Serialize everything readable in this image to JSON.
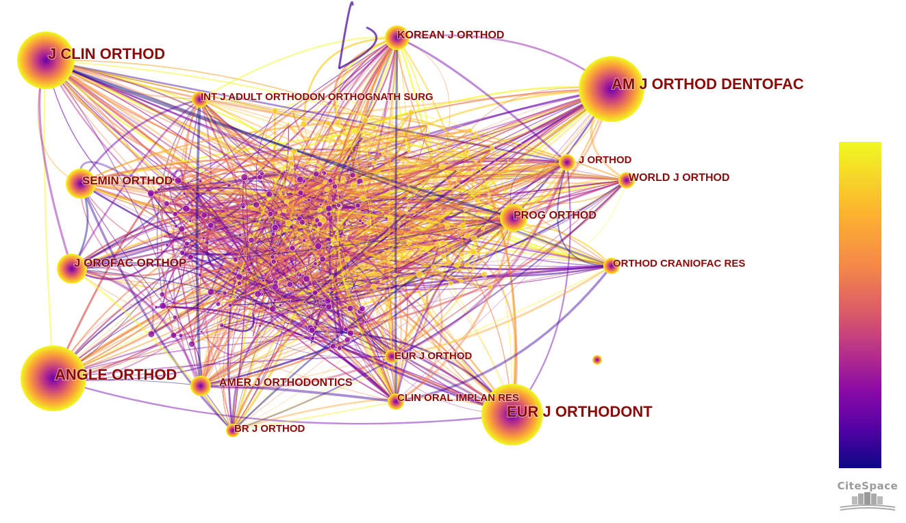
{
  "nodes": [
    {
      "id": "jclin",
      "label": "J CLIN ORTHOD"
    },
    {
      "id": "amj",
      "label": "AM J ORTHOD DENTOFAC"
    },
    {
      "id": "angle",
      "label": "ANGLE ORTHOD"
    },
    {
      "id": "eurjo",
      "label": "EUR J ORTHODONT"
    },
    {
      "id": "korean",
      "label": "KOREAN J ORTHOD"
    },
    {
      "id": "intj",
      "label": "INT J ADULT ORTHODON ORTHOGNATH SURG"
    },
    {
      "id": "semin",
      "label": "SEMIN ORTHOD"
    },
    {
      "id": "orofac",
      "label": "J OROFAC ORTHOP"
    },
    {
      "id": "jorthod",
      "label": "J ORTHOD"
    },
    {
      "id": "world",
      "label": "WORLD J ORTHOD"
    },
    {
      "id": "prog",
      "label": "PROG ORTHOD"
    },
    {
      "id": "craniofac",
      "label": "ORTHOD CRANIOFAC RES"
    },
    {
      "id": "eurj",
      "label": "EUR J ORTHOD"
    },
    {
      "id": "amer",
      "label": "AMER J ORTHODONTICS"
    },
    {
      "id": "clinoral",
      "label": "CLIN ORAL IMPLAN RES"
    },
    {
      "id": "brj",
      "label": "BR J ORTHOD"
    }
  ],
  "colorbar": {
    "top_color": "#f0f921",
    "bottom_color": "#0d0887"
  },
  "logo": {
    "text": "CiteSpace"
  },
  "label_color": "#8b0a0a"
}
